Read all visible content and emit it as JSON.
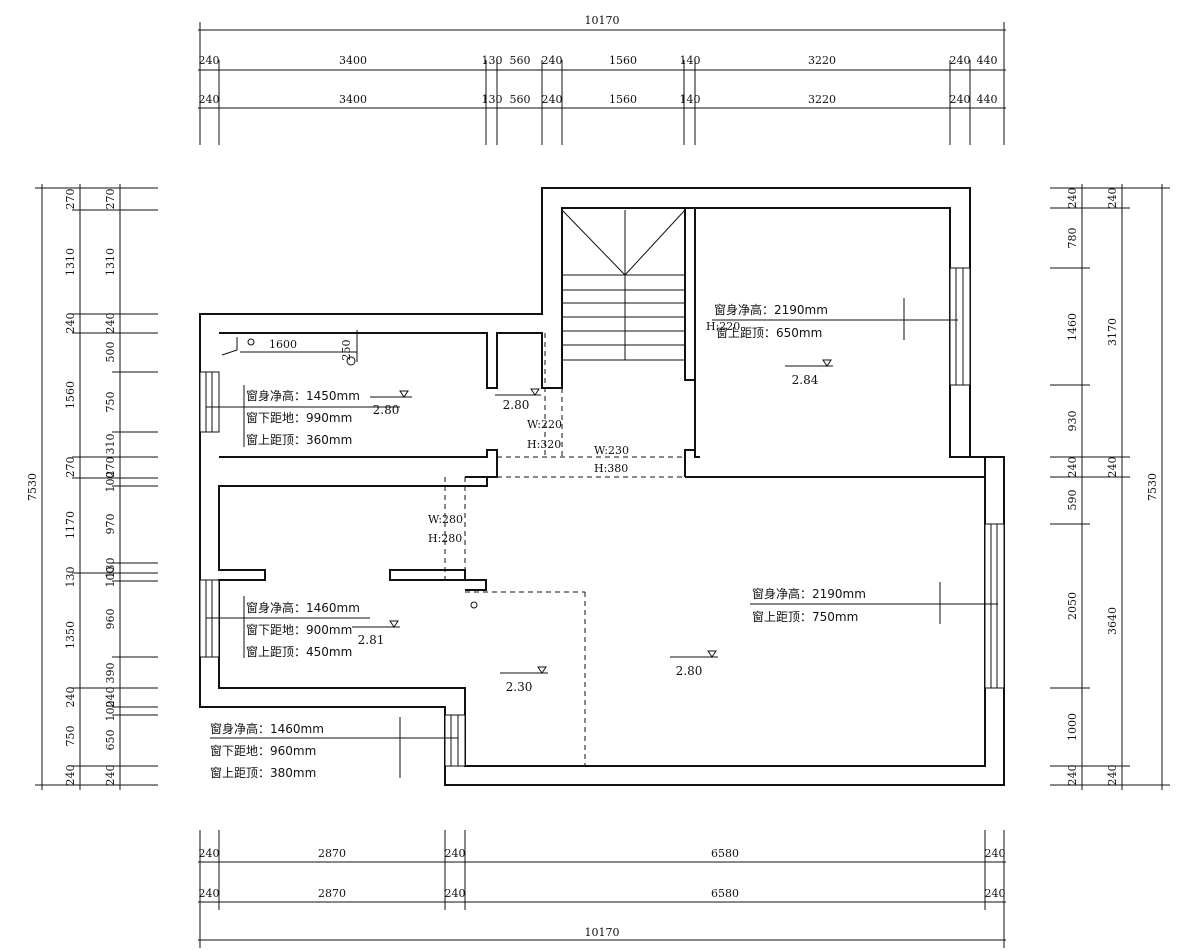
{
  "dims": {
    "top_total": "10170",
    "top_row": [
      "240",
      "3400",
      "130",
      "560",
      "240",
      "1560",
      "140",
      "3220",
      "240",
      "440"
    ],
    "bottom_row": [
      "240",
      "2870",
      "240",
      "6580",
      "240"
    ],
    "bottom_total": "10170",
    "left_total": "7530",
    "left_outer": [
      "270",
      "1310",
      "240",
      "1560",
      "270",
      "1170",
      "130",
      "1350",
      "240",
      "750",
      "240"
    ],
    "left_inner": [
      "270",
      "1310",
      "240",
      "500",
      "750",
      "310",
      "270",
      "100",
      "970",
      "130",
      "100",
      "960",
      "390",
      "240",
      "100",
      "650",
      "240"
    ],
    "right_outer": [
      "240",
      "3170",
      "240",
      "3640",
      "240"
    ],
    "right_inner": [
      "240",
      "780",
      "1460",
      "930",
      "240",
      "590",
      "2050",
      "1000",
      "240"
    ],
    "right_total": "7530"
  },
  "notes": [
    {
      "l1": "窗身净高：1450mm",
      "l2": "窗下距地：990mm",
      "l3": "窗上距顶：360mm"
    },
    {
      "l1": "窗身净高：1460mm",
      "l2": "窗下距地：900mm",
      "l3": "窗上距顶：450mm"
    },
    {
      "l1": "窗身净高：1460mm",
      "l2": "窗下距地：960mm",
      "l3": "窗上距顶：380mm"
    },
    {
      "l1": "窗身净高：2190mm",
      "l2": "H:220",
      "l3": "窗上距顶：650mm"
    },
    {
      "l1": "窗身净高：2190mm",
      "l2": "窗上距顶：750mm"
    }
  ],
  "heights": [
    "2.80",
    "2.80",
    "2.84",
    "2.81",
    "2.30",
    "2.80"
  ],
  "openings": [
    {
      "w": "W:220",
      "h": "H:320"
    },
    {
      "w": "W:230",
      "h": "H:380"
    },
    {
      "w": "W:280",
      "h": "H:280"
    }
  ],
  "small_labels": {
    "top_room": "1600",
    "top_room_b": "250"
  }
}
